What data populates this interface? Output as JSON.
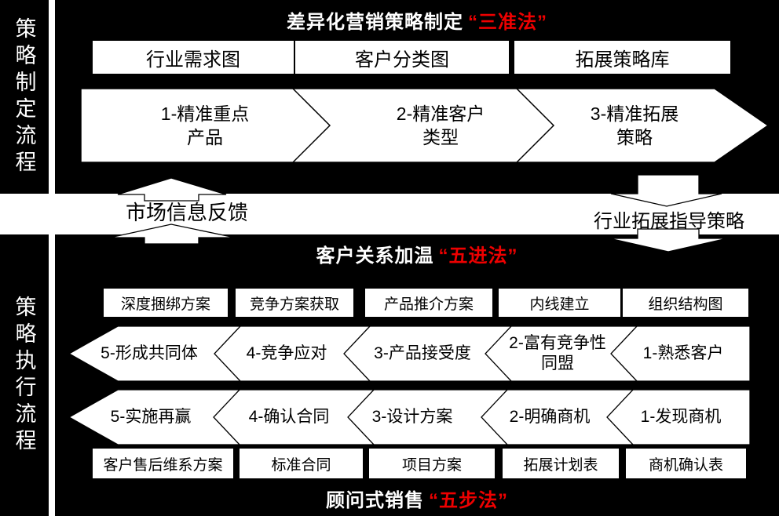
{
  "colors": {
    "panel_bg": "#000000",
    "canvas_bg": "#ffffff",
    "box_bg": "#ffffff",
    "title_text": "#ffffff",
    "accent_red": "#ee0000",
    "body_text": "#000000"
  },
  "sidebar": {
    "top_label": "策略制定流程",
    "bottom_label": "策略执行流程"
  },
  "top_panel": {
    "title_main": "差异化营销策略制定",
    "title_highlight": "“三准法”",
    "boxes": [
      "行业需求图",
      "客户分类图",
      "拓展策略库"
    ],
    "steps": [
      "1-精准重点\n产品",
      "2-精准客户\n类型",
      "3-精准拓展\n策略"
    ]
  },
  "connectors": {
    "market_feedback": "市场信息反馈",
    "industry_guide": "行业拓展指导策略"
  },
  "bottom_panel": {
    "title_main": "客户关系加温",
    "title_highlight": "“五进法”",
    "tool_boxes_top": [
      "深度捆绑方案",
      "竞争方案获取",
      "产品推介方案",
      "内线建立",
      "组织结构图"
    ],
    "warming_steps": [
      "5-形成共同体",
      "4-竞争应对",
      "3-产品接受度",
      "2-富有竞争性\n同盟",
      "1-熟悉客户"
    ],
    "selling_steps": [
      "5-实施再赢",
      "4-确认合同",
      "3-设计方案",
      "2-明确商机",
      "1-发现商机"
    ],
    "tool_boxes_bottom": [
      "客户售后维系方案",
      "标准合同",
      "项目方案",
      "拓展计划表",
      "商机确认表"
    ],
    "footer_main": "顾问式销售",
    "footer_highlight": "“五步法”"
  }
}
